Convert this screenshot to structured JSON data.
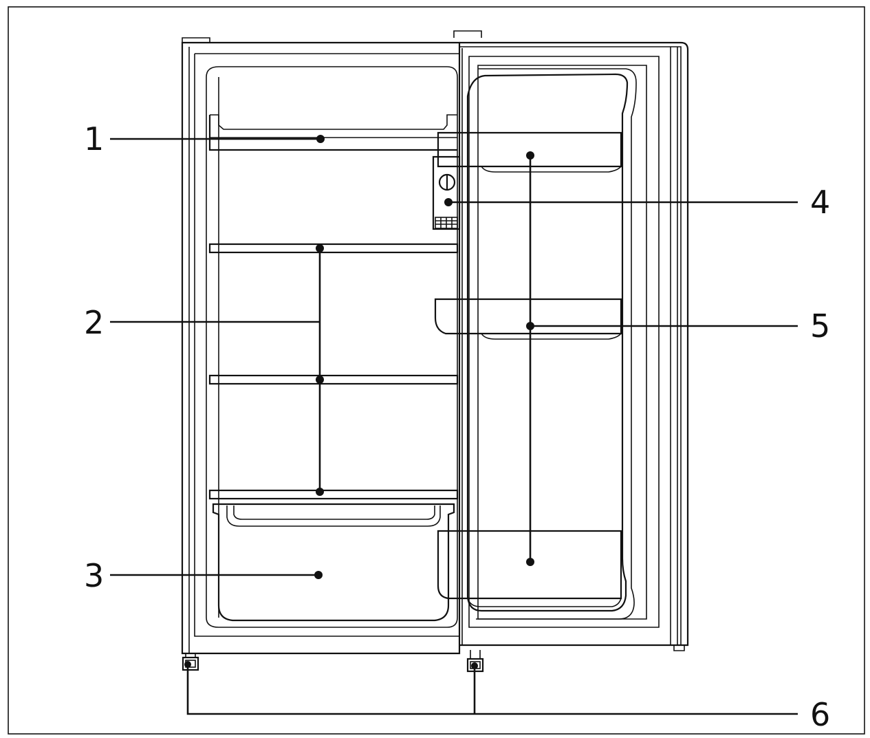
{
  "diagram": {
    "callouts": [
      {
        "label": "1"
      },
      {
        "label": "2"
      },
      {
        "label": "3"
      },
      {
        "label": "4"
      },
      {
        "label": "5"
      },
      {
        "label": "6"
      }
    ]
  },
  "colors": {
    "line": "#111111",
    "background": "#ffffff"
  }
}
